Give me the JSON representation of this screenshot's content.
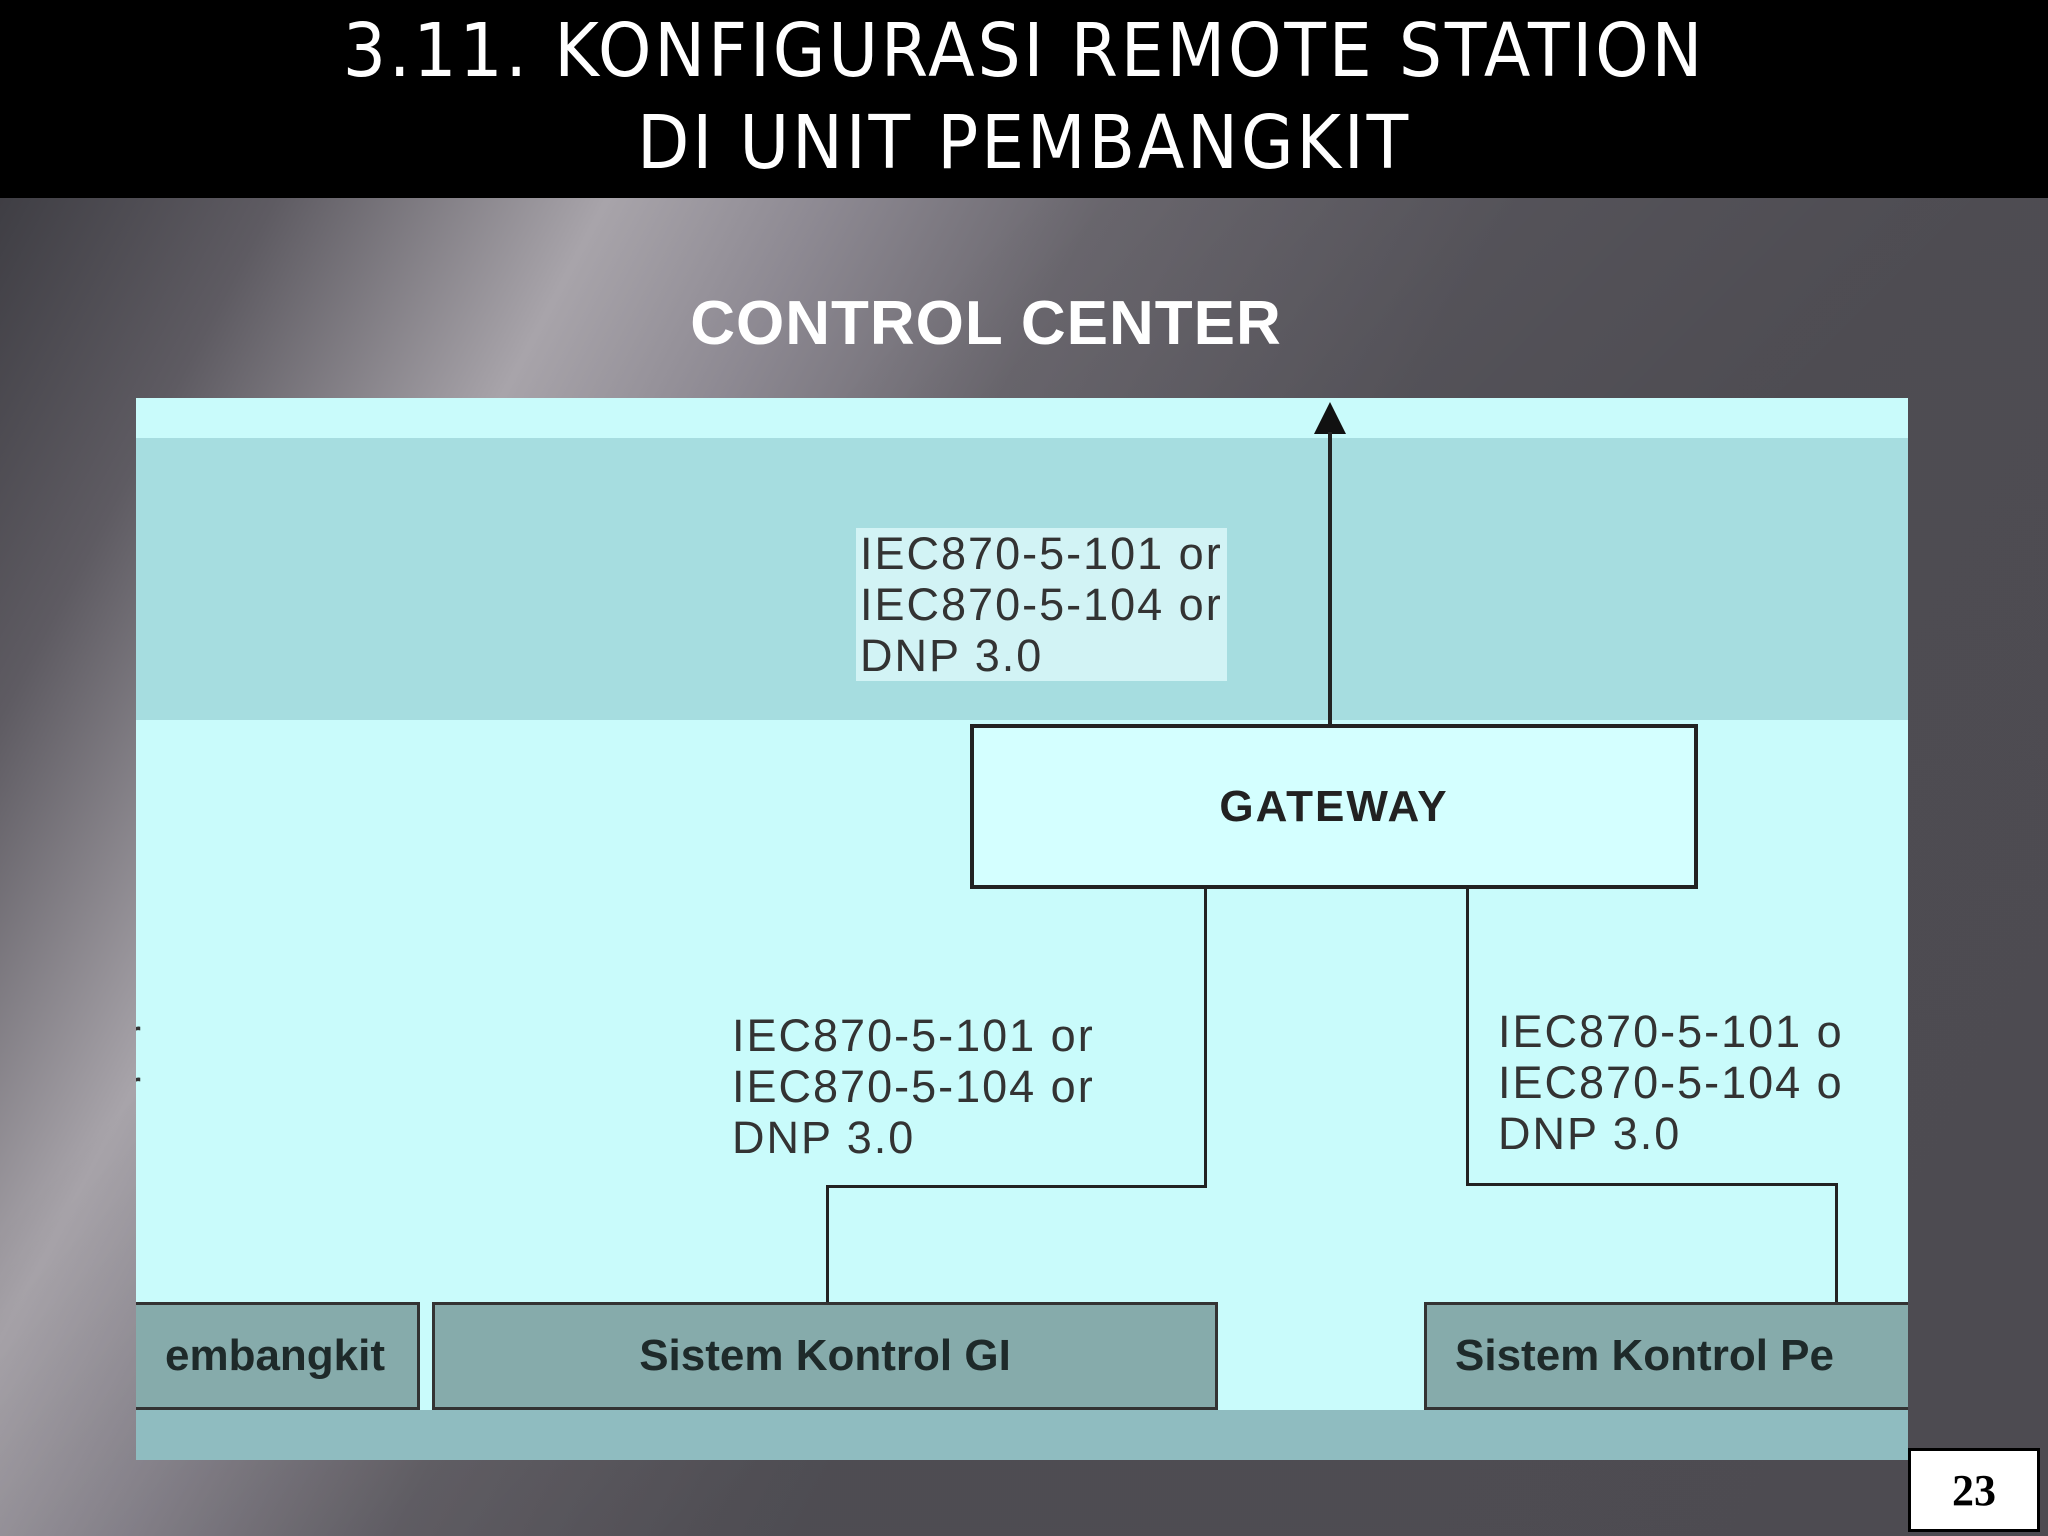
{
  "title": {
    "line1": "3.11. KONFIGURASI REMOTE STATION",
    "line2": "DI UNIT PEMBANGKIT"
  },
  "diagram": {
    "control_center_label": "CONTROL CENTER",
    "gateway_label": "GATEWAY",
    "protocols_top": [
      "IEC870-5-101  or",
      "IEC870-5-104  or",
      "DNP 3.0"
    ],
    "protocols_left": [
      "IEC870-5-101  or",
      "IEC870-5-104  or",
      "DNP 3.0"
    ],
    "protocols_right": [
      "IEC870-5-101  o",
      "IEC870-5-104  o",
      "DNP 3.0"
    ],
    "edge_fragment": [
      "r",
      "r"
    ],
    "systems": {
      "left": "embangkit",
      "middle": "Sistem Kontrol GI",
      "right": "Sistem Kontrol Pe"
    }
  },
  "page_number": "23"
}
